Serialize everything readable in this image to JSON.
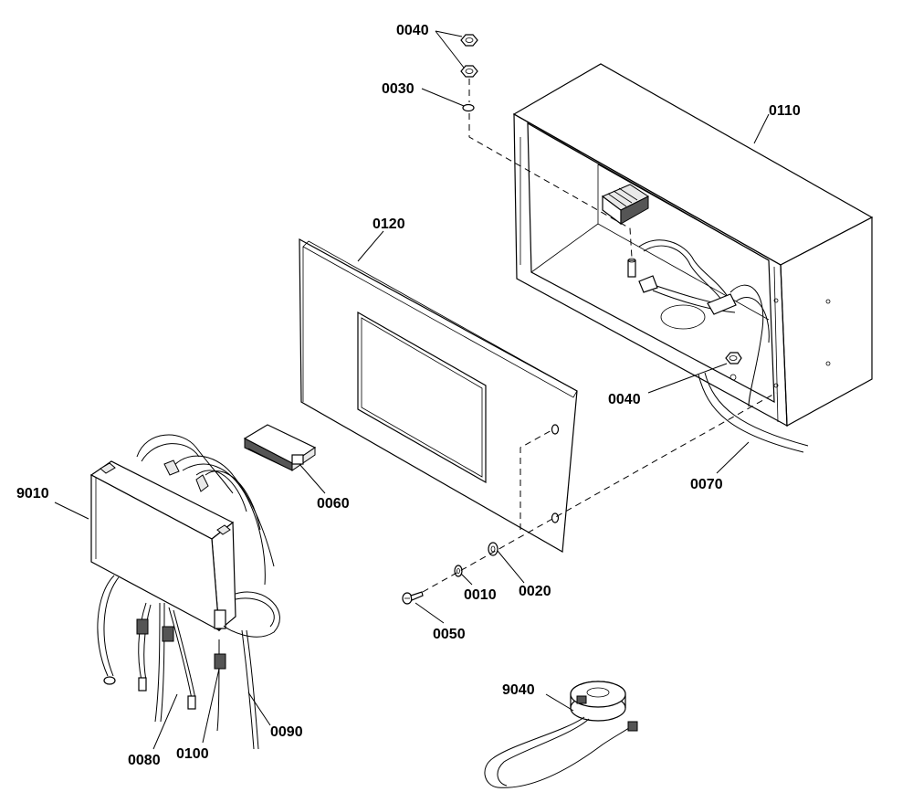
{
  "callouts": {
    "c0040_top": "0040",
    "c0030": "0030",
    "c0110": "0110",
    "c0120": "0120",
    "c0040_right": "0040",
    "c0070": "0070",
    "c0060": "0060",
    "c9010": "9010",
    "c0010": "0010",
    "c0020": "0020",
    "c0050": "0050",
    "c9040": "9040",
    "c0090": "0090",
    "c0080": "0080",
    "c0100": "0100"
  }
}
